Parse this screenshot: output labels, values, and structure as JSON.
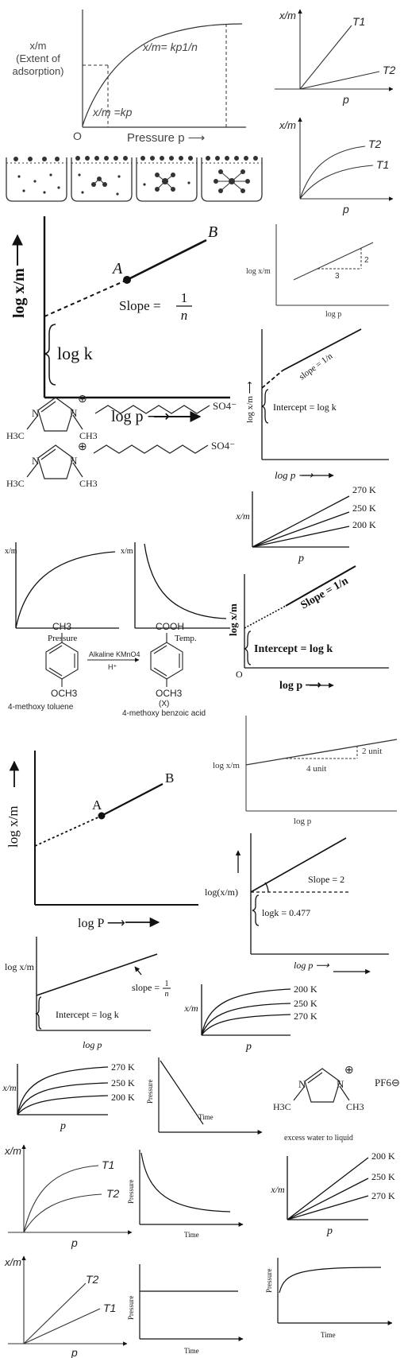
{
  "title": "",
  "panels": {
    "freundlich_main": {
      "ylabel_line1": "x/m",
      "ylabel_line2": "(Extent of",
      "ylabel_line3": "adsorption)",
      "curve_label_high": "x/m= kp1/n",
      "curve_label_low": "x/m =kp",
      "origin": "O",
      "xlabel": "Pressure  p  ⟶"
    },
    "isotherm_linear_T1T2": {
      "ylabel": "x/m",
      "series": [
        "T1",
        "T2"
      ],
      "xlabel": "p"
    },
    "isotherm_curve_T2T1": {
      "ylabel": "x/m",
      "series": [
        "T2",
        "T1"
      ],
      "xlabel": "p"
    },
    "log_plot_A_B": {
      "ylabel": "log x/m",
      "point_a": "A",
      "point_b": "B",
      "slope_label": "Slope =",
      "slope_num": "1",
      "slope_den": "n",
      "intercept_label": "log k",
      "xlabel": "log p ⟶"
    },
    "log_plot_small_2_3": {
      "ylabel": "log x/m",
      "xlabel": "log p",
      "rise": "2",
      "run": "3"
    },
    "log_plot_slope_1n": {
      "ylabel": "log x/m ⟶",
      "slope_label": "slope = 1/n",
      "intercept_label": "Intercept = log k",
      "xlabel": "log p ⟶"
    },
    "ionic_liquid_1": {
      "substituent_left": "H3C",
      "substituent_right": "CH3",
      "n": "N",
      "charge": "⊕",
      "anion": "SO4⁻"
    },
    "ionic_liquid_2": {
      "substituent_left": "H3C",
      "substituent_right": "CH3",
      "n": "N",
      "charge": "⊕",
      "anion": "SO4⁻"
    },
    "isobar_270_250_200": {
      "ylabel": "x/m",
      "xlabel": "p",
      "series": [
        "270 K",
        "250 K",
        "200 K"
      ]
    },
    "xm_vs_pressure": {
      "ylabel": "x/m",
      "xlabel": "Pressure"
    },
    "xm_vs_temp": {
      "ylabel": "x/m",
      "xlabel": "Temp."
    },
    "log_plot_slope_1n_b": {
      "ylabel": "log x/m",
      "slope_label": "Slope = 1/n",
      "intercept_label": "Intercept = log k",
      "origin": "O",
      "xlabel": "log p ⟶"
    },
    "reaction": {
      "reactant_top": "CH3",
      "reactant_bottom": "OCH3",
      "reactant_name": "4-methoxy toluene",
      "reagent_top": "Alkaline KMnO4",
      "reagent_bottom": "H⁺",
      "product_top": "COOH",
      "product_bottom": "OCH3",
      "product_tag": "(X)",
      "product_name": "4-methoxy benzoic acid"
    },
    "log_plot_2unit_4unit": {
      "ylabel": "log x/m",
      "xlabel": "log p",
      "rise": "2 unit",
      "run": "4 unit"
    },
    "log_plot_A_B_2": {
      "ylabel": "log x/m",
      "point_a": "A",
      "point_b": "B",
      "xlabel": "log P ⟶"
    },
    "log_plot_slope2": {
      "ylabel": "log(x/m)",
      "slope_label": "Slope = 2",
      "intercept_label": "logk = 0.477",
      "xlabel": "log p  ⟶"
    },
    "log_plot_slope_1n_c": {
      "ylabel": "log x/m",
      "slope_label": "slope =",
      "slope_num": "1",
      "slope_den": "n",
      "intercept_label": "Intercept = log k",
      "xlabel": "log p"
    },
    "isobar_200_250_270": {
      "ylabel": "x/m",
      "xlabel": "p",
      "series": [
        "200 K",
        "250 K",
        "270 K"
      ]
    },
    "isobar_270_250_200_b": {
      "ylabel": "x/m",
      "xlabel": "p",
      "series": [
        "270 K",
        "250 K",
        "200 K"
      ]
    },
    "pressure_time_linear": {
      "ylabel": "Pressure",
      "xlabel": "Time"
    },
    "ionic_liquid_3": {
      "substituent_left": "H3C",
      "substituent_right": "CH3",
      "n": "N",
      "charge": "⊕",
      "anion": "PF6⊖",
      "caption": "excess water to liquid"
    },
    "isotherm_curve_T1T2": {
      "ylabel": "x/m",
      "xlabel": "p",
      "series": [
        "T1",
        "T2"
      ]
    },
    "pressure_time_decay": {
      "ylabel": "Pressure",
      "xlabel": "Time"
    },
    "isobar_200_250_270_linear": {
      "ylabel": "x/m",
      "xlabel": "p",
      "series": [
        "200 K",
        "250 K",
        "270 K"
      ]
    },
    "isotherm_linear_T2T1": {
      "ylabel": "x/m",
      "xlabel": "p",
      "series": [
        "T2",
        "T1"
      ]
    },
    "pressure_time_constant": {
      "ylabel": "Pressure",
      "xlabel": "Time"
    },
    "pressure_time_rise": {
      "ylabel": "Pressure",
      "xlabel": "Time"
    }
  }
}
